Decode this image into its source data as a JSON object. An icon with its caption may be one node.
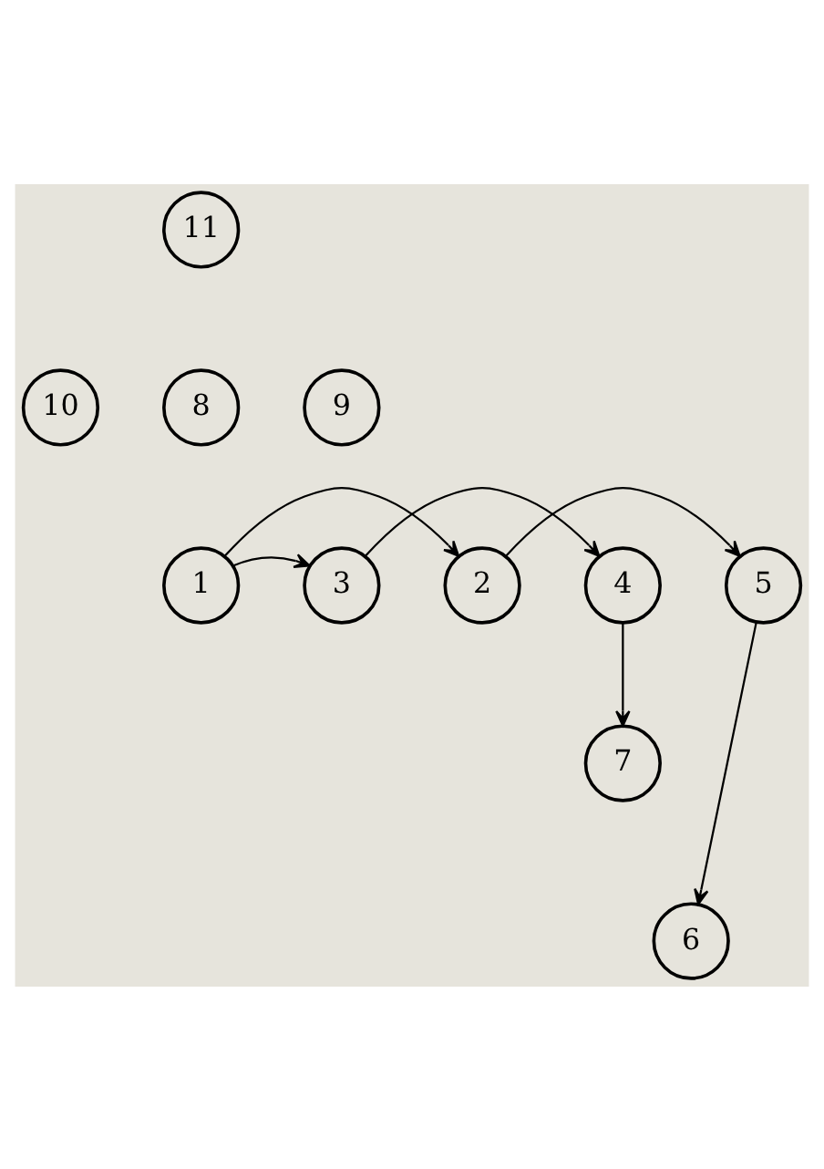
{
  "diagram": {
    "nodes": [
      {
        "text": [
          "11"
        ]
      },
      {
        "text": [
          "10"
        ]
      },
      {
        "text": [
          "8"
        ]
      },
      {
        "text": [
          "9"
        ]
      },
      {
        "text": [
          "4"
        ]
      },
      {
        "text": [
          "5"
        ]
      },
      {
        "text": [
          "1"
        ]
      },
      {
        "text": [
          "3"
        ]
      },
      {
        "text": [
          "2"
        ]
      },
      {
        "text": [
          "7"
        ]
      },
      {
        "text": [
          "6"
        ]
      }
    ],
    "edges": [
      {
        "from": 6,
        "to": 7,
        "arrow": "to"
      },
      {
        "from": 7,
        "to": 4,
        "arrow": "to"
      },
      {
        "from": 8,
        "to": 5,
        "arrow": "to"
      },
      {
        "from": 6,
        "to": 8,
        "arrow": "to"
      },
      {
        "from": 4,
        "to": 9,
        "arrow": "to"
      },
      {
        "from": 5,
        "to": 10,
        "arrow": "to"
      }
    ]
  }
}
